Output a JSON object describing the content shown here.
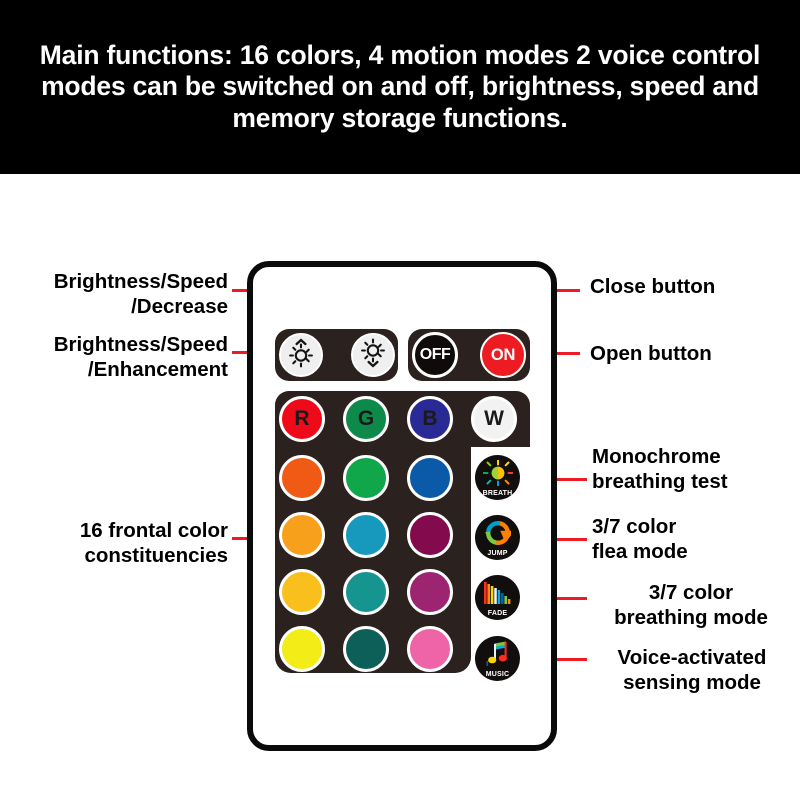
{
  "banner": {
    "text": "Main functions: 16 colors, 4 motion modes 2 voice control modes can be switched on and off, brightness, speed and memory storage functions.",
    "bg": "#000000",
    "fg": "#ffffff"
  },
  "remote": {
    "body_color": "#ffffff",
    "border_color": "#0a0a0a",
    "pod_color": "#2b211f",
    "dim_buttons": [
      {
        "name": "brightness-up",
        "icon": "sun-up-icon",
        "face": "#efefef"
      },
      {
        "name": "brightness-down",
        "icon": "sun-down-icon",
        "face": "#efefef"
      }
    ],
    "power_buttons": [
      {
        "label": "OFF",
        "bg": "#0e0b0a",
        "fg": "#ffffff"
      },
      {
        "label": "ON",
        "bg": "#ee1b22",
        "fg": "#ffffff"
      }
    ],
    "rgbw_buttons": [
      {
        "label": "R",
        "color": "#ee0a18"
      },
      {
        "label": "G",
        "color": "#0d8a49"
      },
      {
        "label": "B",
        "color": "#2a2a96"
      },
      {
        "label": "W",
        "color": "#f2f2f2"
      }
    ],
    "color_grid": [
      [
        "#ef5b14",
        "#10a64a",
        "#0b5aa8"
      ],
      [
        "#f6a01c",
        "#1799bd",
        "#820a4d"
      ],
      [
        "#f9c01d",
        "#169490",
        "#9c2470"
      ],
      [
        "#f4ec16",
        "#0d6057",
        "#ee64a7"
      ]
    ],
    "mode_buttons": [
      {
        "label": "BREATH",
        "icon": "breath-sunburst-icon"
      },
      {
        "label": "JUMP",
        "icon": "jump-arrows-icon"
      },
      {
        "label": "FADE",
        "icon": "fade-bars-icon"
      },
      {
        "label": "MUSIC",
        "icon": "music-notes-icon"
      }
    ]
  },
  "callouts": {
    "brightness_decrease": "Brightness/Speed\n/Decrease",
    "brightness_enhancement": "Brightness/Speed\n/Enhancement",
    "color_constituencies": "16 frontal color\nconstituencies",
    "close_button": "Close  button",
    "open_button": "Open  button",
    "monochrome_breathing": "Monochrome\nbreathing test",
    "color_flea": "3/7 color\nflea mode",
    "color_breathing": "3/7 color\nbreathing mode",
    "voice_sensing": "Voice-activated\nsensing mode",
    "line_color": "#ed1c24"
  }
}
